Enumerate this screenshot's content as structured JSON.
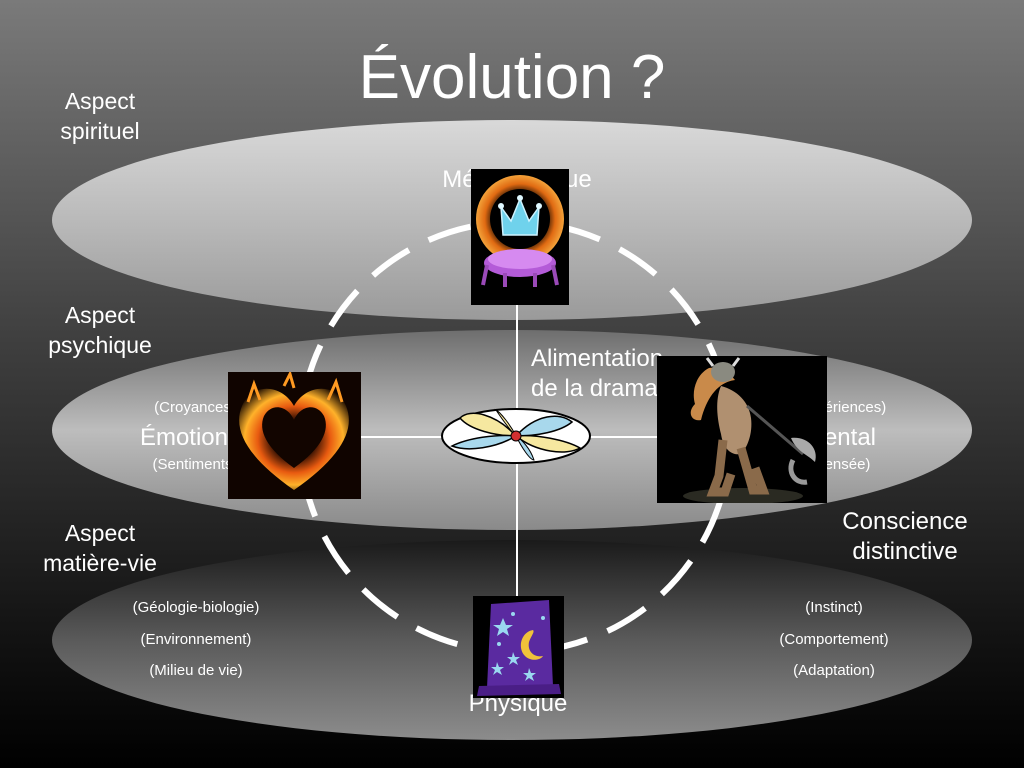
{
  "title": "Évolution ?",
  "aspects": {
    "spirituel": [
      "Aspect",
      "spirituel"
    ],
    "psychique": [
      "Aspect",
      "psychique"
    ],
    "matiere": [
      "Aspect",
      "matière-vie"
    ]
  },
  "nodes": {
    "top": "Métaphysique",
    "center": [
      "Alimentation",
      "de la dramaturgie"
    ],
    "left": {
      "above": "(Croyances)",
      "label": "Émotionnel",
      "below": "(Sentiments)"
    },
    "right": {
      "above": "(Expériences)",
      "label": "Mental",
      "below": "(Pensée)"
    },
    "bottom": "Physique"
  },
  "conscience": [
    "Conscience",
    "distinctive"
  ],
  "matiere_left": [
    "(Géologie-biologie)",
    "(Environnement)",
    "(Milieu de vie)"
  ],
  "matiere_right": [
    "(Instinct)",
    "(Comportement)",
    "(Adaptation)"
  ],
  "icons": {
    "top": "crown-on-cushion-icon",
    "left": "flaming-heart-icon",
    "right": "viking-warrior-icon",
    "bottom": "wizard-hat-icon",
    "center": "propeller-icon"
  },
  "colors": {
    "ellipse": "#c8c8c8",
    "pale_yellow": "#f6e8a0",
    "pale_blue": "#a8d8ec"
  }
}
